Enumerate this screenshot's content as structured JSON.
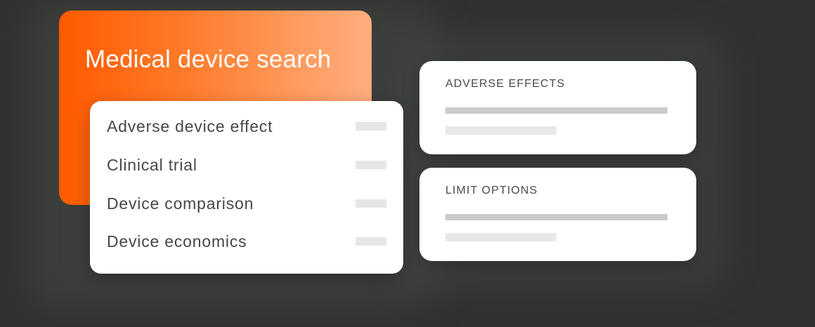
{
  "hero": {
    "title": "Medical device search",
    "gradient_start": "#ff5a00",
    "gradient_end": "#ffad7e"
  },
  "search_types": {
    "items": [
      {
        "label": "Adverse device effect"
      },
      {
        "label": "Clinical trial"
      },
      {
        "label": "Device comparison"
      },
      {
        "label": "Device economics"
      }
    ]
  },
  "panels": [
    {
      "title": "ADVERSE EFFECTS"
    },
    {
      "title": "LIMIT OPTIONS"
    }
  ],
  "colors": {
    "background": "#2f322f",
    "card": "#ffffff",
    "text": "#474747"
  }
}
